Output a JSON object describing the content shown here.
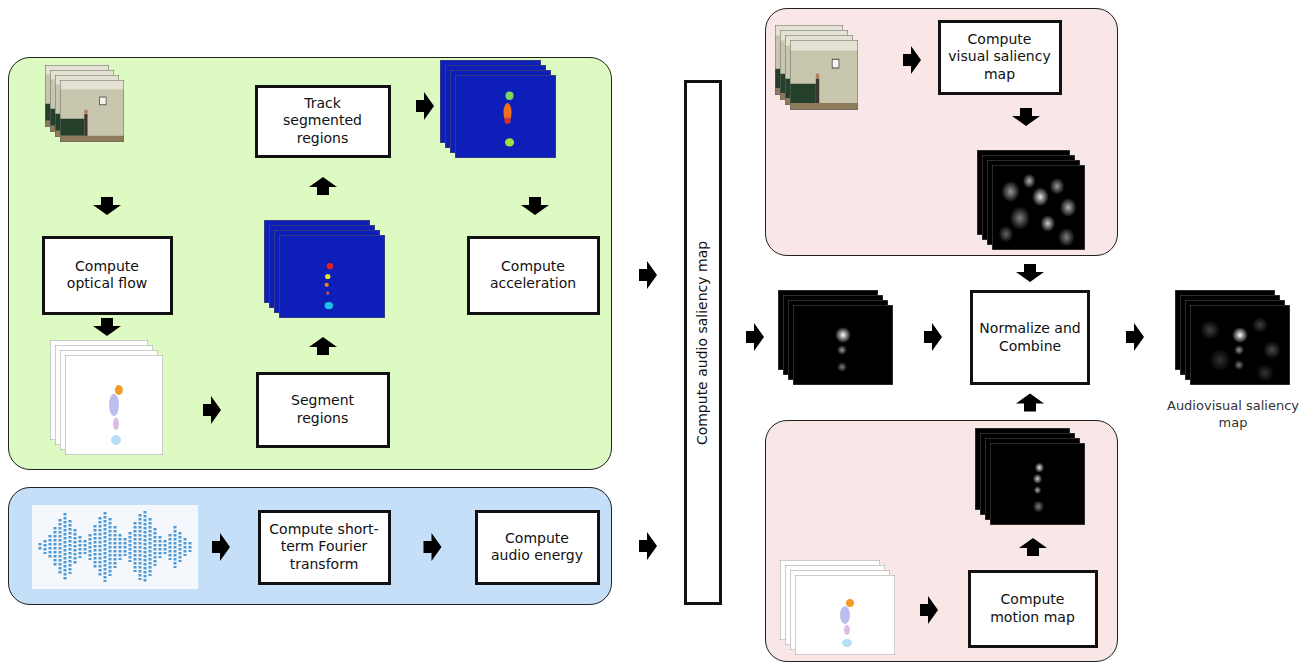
{
  "diagram": {
    "nodes": [
      {
        "text": []
      },
      {
        "text": [
          "Compute optical flow"
        ],
        "in": 0
      },
      {
        "text": [
          "Segment regions"
        ],
        "in": 0
      },
      {
        "text": [
          "Track segmented regions"
        ],
        "in": 0
      },
      {
        "text": [
          "Compute acceleration"
        ],
        "in": 0
      },
      {
        "text": []
      },
      {
        "text": [
          "Compute short-term Fourier transform"
        ],
        "in": 5
      },
      {
        "text": [
          "Compute audio energy"
        ],
        "in": 5
      },
      {
        "text": [
          "Compute audio saliency map"
        ]
      },
      {
        "text": []
      },
      {
        "text": [
          "Compute visual saliency map"
        ],
        "in": 9
      },
      {
        "text": [
          "Normalize and Combine"
        ]
      },
      {
        "text": []
      },
      {
        "text": [
          "Compute motion map"
        ],
        "in": 12
      }
    ],
    "edges": [
      {
        "from": 6,
        "to": 7,
        "arrow": "to"
      },
      {
        "from": 0,
        "to": 8,
        "arrow": "to"
      },
      {
        "from": 5,
        "to": 8,
        "arrow": "to"
      },
      {
        "from": 9,
        "to": 11,
        "arrow": "to"
      },
      {
        "from": 12,
        "to": 11,
        "arrow": "to"
      }
    ],
    "labels": [
      "Audiovisual saliency map"
    ]
  }
}
